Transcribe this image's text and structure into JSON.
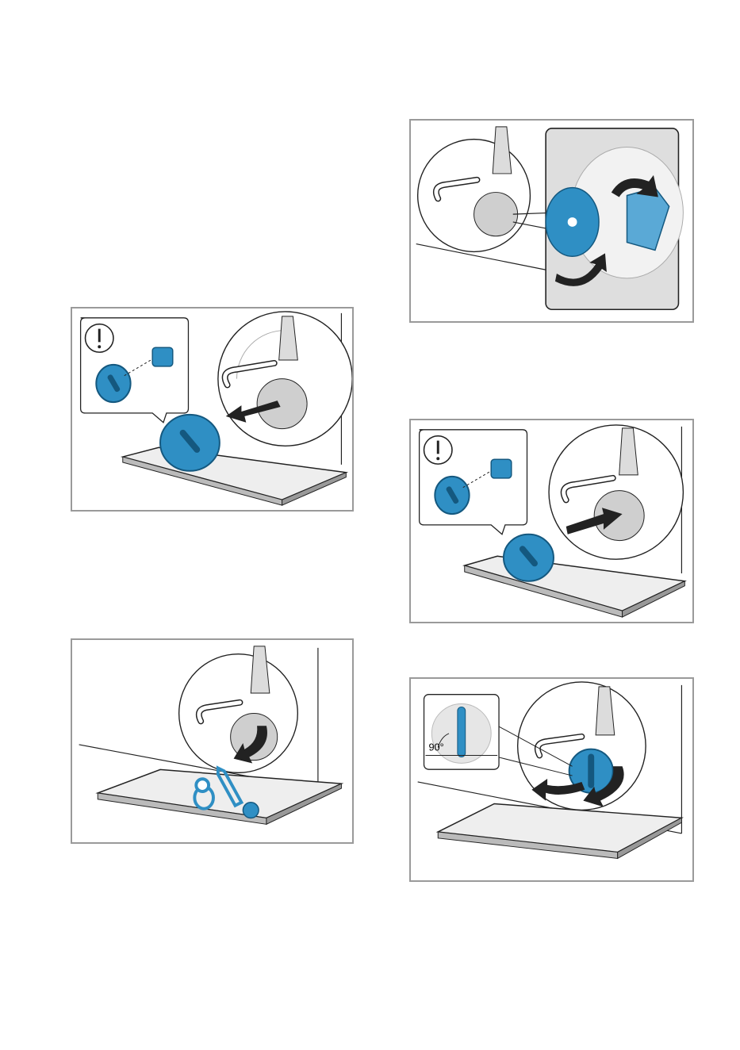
{
  "figures": [
    {
      "id": "step-remove-filter",
      "warning_symbol": "exclamation-icon"
    },
    {
      "id": "step-clear-debris"
    },
    {
      "id": "step-rotate-impeller"
    },
    {
      "id": "step-insert-filter",
      "warning_symbol": "exclamation-icon"
    },
    {
      "id": "step-lock-filter",
      "angle_label": "90°"
    }
  ],
  "colors": {
    "filter_blue": "#2f8fc4",
    "filter_dark": "#14587f",
    "frame_gray": "#9a9a9a",
    "line": "#222222",
    "drain_gray": "#cfcfcf"
  }
}
